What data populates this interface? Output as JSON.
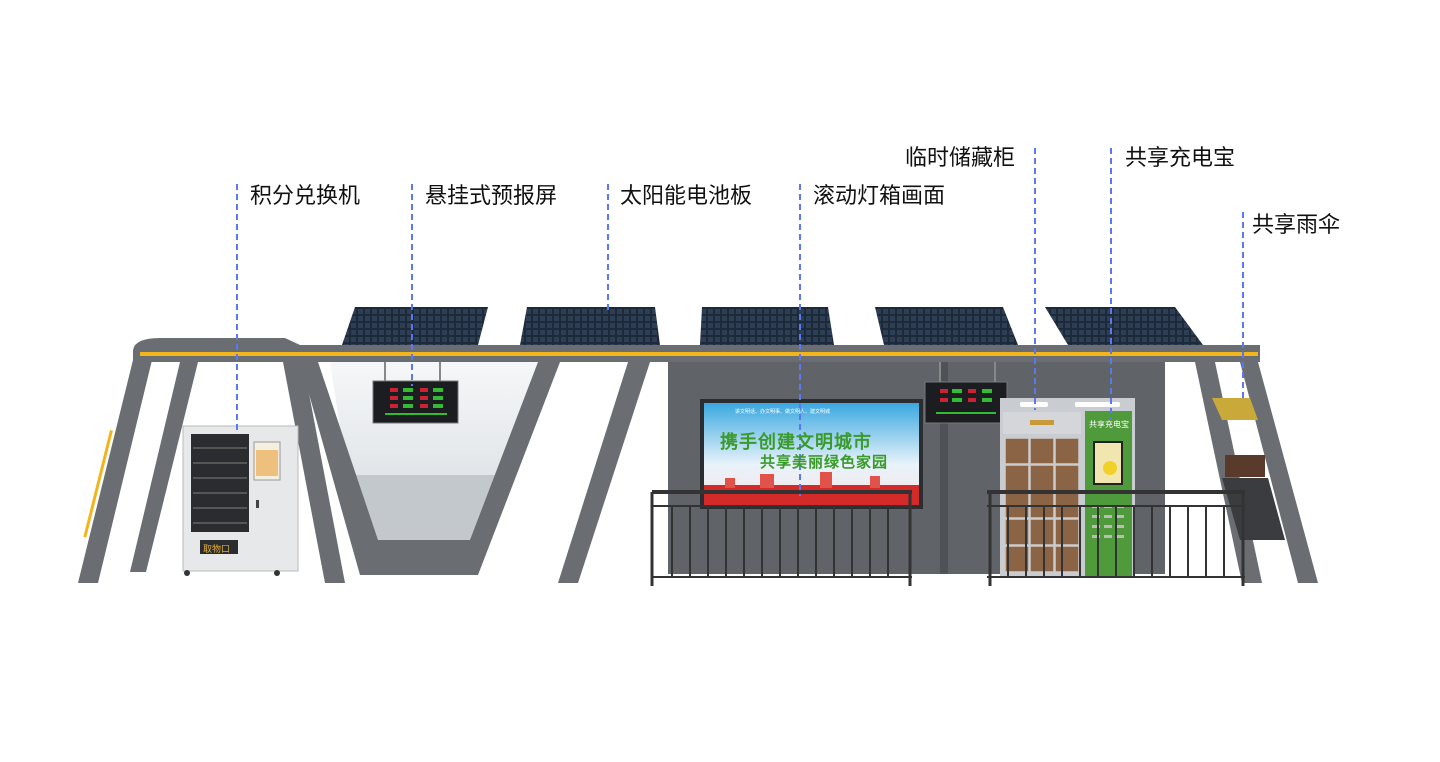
{
  "labels": {
    "exchange_machine": "积分兑换机",
    "hanging_screen": "悬挂式预报屏",
    "solar_panel": "太阳能电池板",
    "lightbox": "滚动灯箱画面",
    "storage_locker": "临时储藏柜",
    "power_bank": "共享充电宝",
    "umbrella": "共享雨伞"
  },
  "billboard": {
    "small_line": "讲文明话、办文明事、做文明人、建文明城",
    "line1": "携手创建文明城市",
    "line2": "共享美丽绿色家园"
  },
  "vending": {
    "pickup": "取物口"
  },
  "charger": {
    "sign": "共享充电宝"
  },
  "colors": {
    "leader_line": "#5b78f2",
    "frame": "#6a6d71",
    "accent_stripe": "#f2b61c",
    "charger_green": "#4f9a3a",
    "locker_brown": "#8a6444"
  }
}
